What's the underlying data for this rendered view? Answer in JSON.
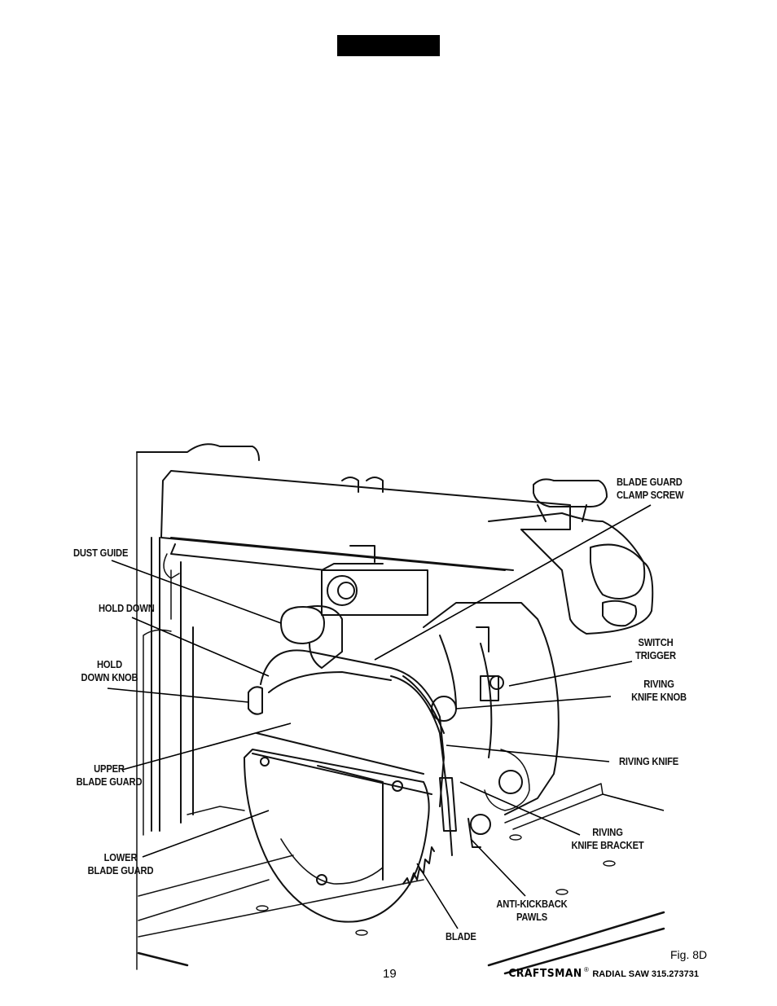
{
  "callouts": {
    "blade_guard_clamp_screw": [
      "BLADE GUARD",
      "CLAMP SCREW"
    ],
    "dust_guide": [
      "DUST GUIDE"
    ],
    "hold_down": [
      "HOLD DOWN"
    ],
    "hold_down_knob": [
      "HOLD",
      "DOWN KNOB"
    ],
    "switch_trigger": [
      "SWITCH",
      "TRIGGER"
    ],
    "riving_knife_knob": [
      "RIVING",
      "KNIFE KNOB"
    ],
    "riving_knife": [
      "RIVING KNIFE"
    ],
    "upper_blade_guard": [
      "UPPER",
      "BLADE GUARD"
    ],
    "riving_knife_bracket": [
      "RIVING",
      "KNIFE BRACKET"
    ],
    "lower_blade_guard": [
      "LOWER",
      "BLADE GUARD"
    ],
    "anti_kickback_pawls": [
      "ANTI-KICKBACK",
      "PAWLS"
    ],
    "blade": [
      "BLADE"
    ]
  },
  "figure_label": "Fig. 8D",
  "footer": {
    "page_number": "19",
    "brand": "CRAFTSMAN",
    "registered_mark": "®",
    "product": "RADIAL SAW 315.273731"
  }
}
